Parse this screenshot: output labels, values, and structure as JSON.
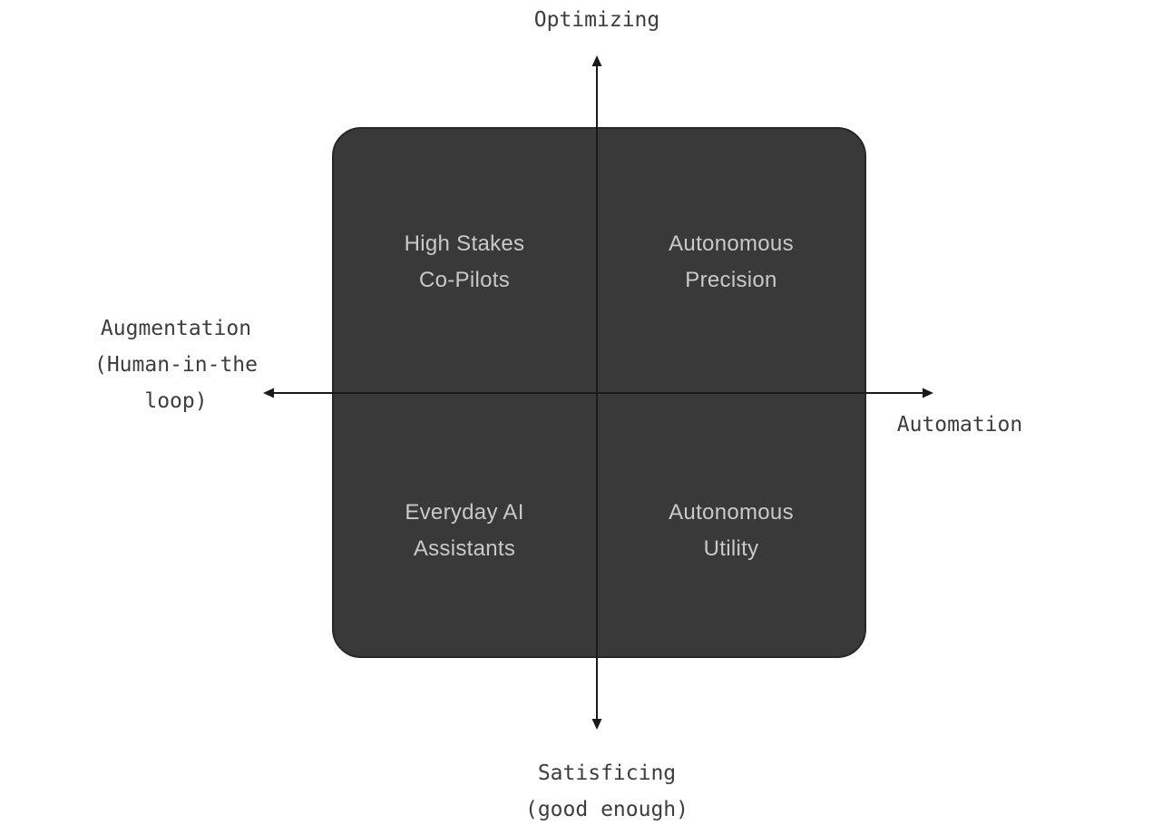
{
  "axes": {
    "top": "Optimizing",
    "bottom": "Satisficing\n(good enough)",
    "left": "Augmentation\n(Human-in-the\nloop)",
    "right": "Automation"
  },
  "quadrants": {
    "top_left": "High Stakes\nCo-Pilots",
    "top_right": "Autonomous\nPrecision",
    "bottom_left": "Everyday AI\nAssistants",
    "bottom_right": "Autonomous\nUtility"
  },
  "colors": {
    "background": "#ffffff",
    "matrix_fill": "#393939",
    "matrix_border": "#272727",
    "axis_line": "#1a1a1a",
    "quadrant_text": "#c9c9c9",
    "axis_text": "#3d3d3d"
  }
}
